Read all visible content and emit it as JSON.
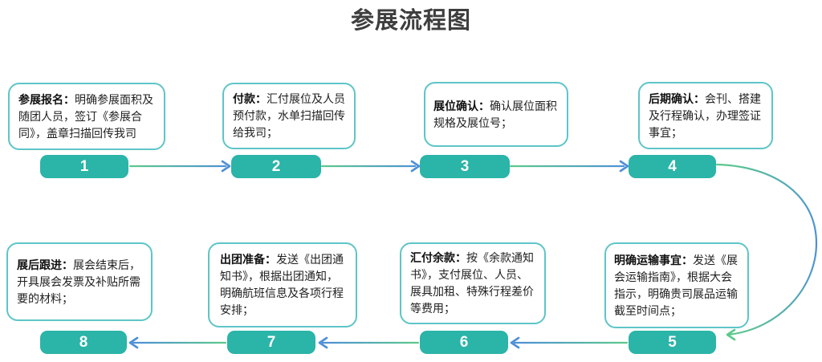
{
  "title": "参展流程图",
  "colors": {
    "bar_fill": "#2bb4a8",
    "box_border": "#5ec5c8",
    "arrow_green": "#5dc98c",
    "arrow_blue": "#4e8fd8",
    "title_text": "#3e3e3e",
    "body_text": "#1f1f1f",
    "number_text": "#ffffff"
  },
  "steps": [
    {
      "number": "1",
      "label": "参展报名：",
      "desc": "明确参展面积及随团人员，签订《参展合同》，盖章扫描回传我司"
    },
    {
      "number": "2",
      "label": "付款：",
      "desc": "汇付展位及人员预付款，水单扫描回传给我司；"
    },
    {
      "number": "3",
      "label": "展位确认：",
      "desc": "确认展位面积规格及展位号；"
    },
    {
      "number": "4",
      "label": "后期确认：",
      "desc": "会刊、搭建及行程确认，办理签证事宜；"
    },
    {
      "number": "5",
      "label": "明确运输事宜：",
      "desc": "发送《展会运输指南》，根据大会指示，明确贵司展品运输截至时间点；"
    },
    {
      "number": "6",
      "label": "汇付余款：",
      "desc": "按《余款通知书》，支付展位、人员、展具加租、特殊行程差价等费用；"
    },
    {
      "number": "7",
      "label": "出团准备：",
      "desc": "发送《出团通知书》，根据出团通知，明确航班信息及各项行程安排；"
    },
    {
      "number": "8",
      "label": "展后跟进：",
      "desc": "展会结束后，开具展会发票及补贴所需要的材料；"
    }
  ]
}
